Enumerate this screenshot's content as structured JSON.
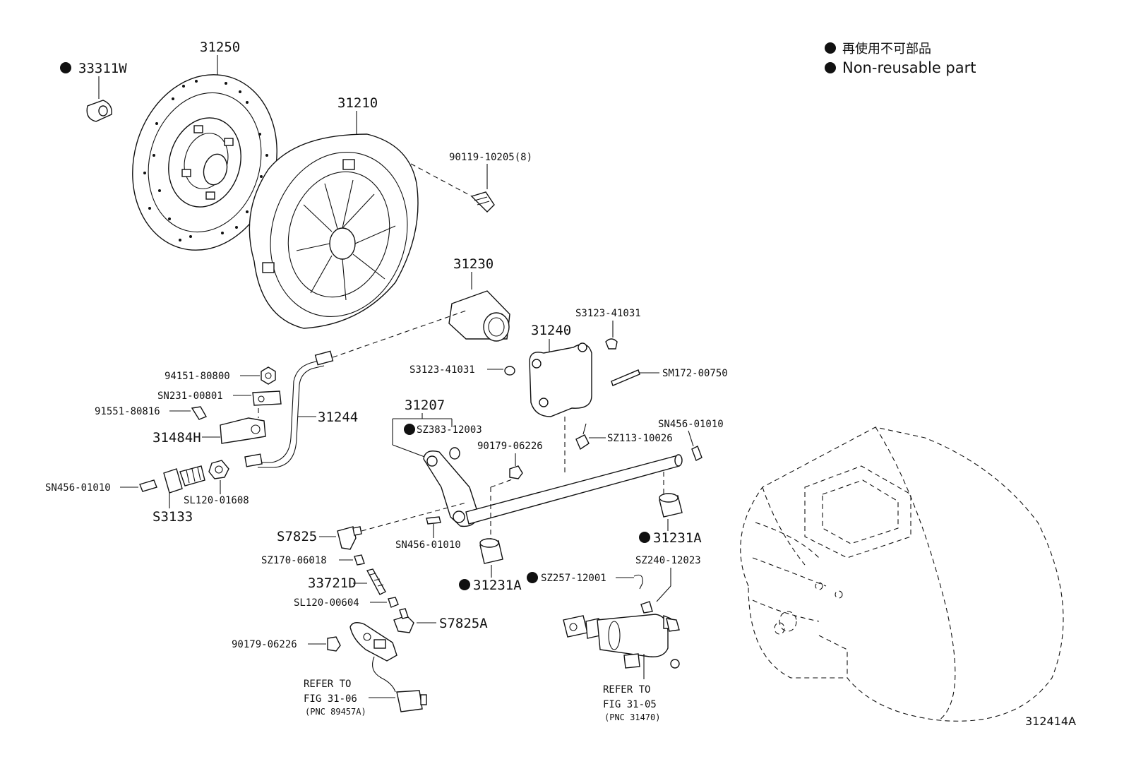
{
  "legend": {
    "item_jp": "再使用不可部品",
    "item_en": "Non-reusable part",
    "marker": "black-dot"
  },
  "figure_id": "312414A",
  "parts": {
    "p33311W": "33311W",
    "p31250": "31250",
    "p31210": "31210",
    "p90119": "90119-10205(8)",
    "p31230": "31230",
    "p31240": "31240",
    "p31207": "31207",
    "pS3123a": "S3123-41031",
    "pS3123b": "S3123-41031",
    "pSM172": "SM172-00750",
    "pSZ383": "SZ383-12003",
    "p90179a": "90179-06226",
    "pSZ113": "SZ113-10026",
    "pSN456a": "SN456-01010",
    "p94151": "94151-80800",
    "pSN231": "SN231-00801",
    "p91551": "91551-80816",
    "p31484H": "31484H",
    "p31244": "31244",
    "pSN456b": "SN456-01010",
    "pSL120a": "SL120-01608",
    "pS3133": "S3133",
    "pS7825": "S7825",
    "pSN456c": "SN456-01010",
    "pSZ170": "SZ170-06018",
    "p33721D": "33721D",
    "pSL120b": "SL120-00604",
    "pS7825A": "S7825A",
    "p90179b": "90179-06226",
    "p31231Aa": "31231A",
    "p31231Ab": "31231A",
    "pSZ257": "SZ257-12001",
    "pSZ240": "SZ240-12023"
  },
  "refs": {
    "left": {
      "l1": "REFER TO",
      "l2": "FIG 31-06",
      "l3": "(PNC 89457A)"
    },
    "right": {
      "l1": "REFER TO",
      "l2": "FIG 31-05",
      "l3": "(PNC 31470)"
    }
  }
}
